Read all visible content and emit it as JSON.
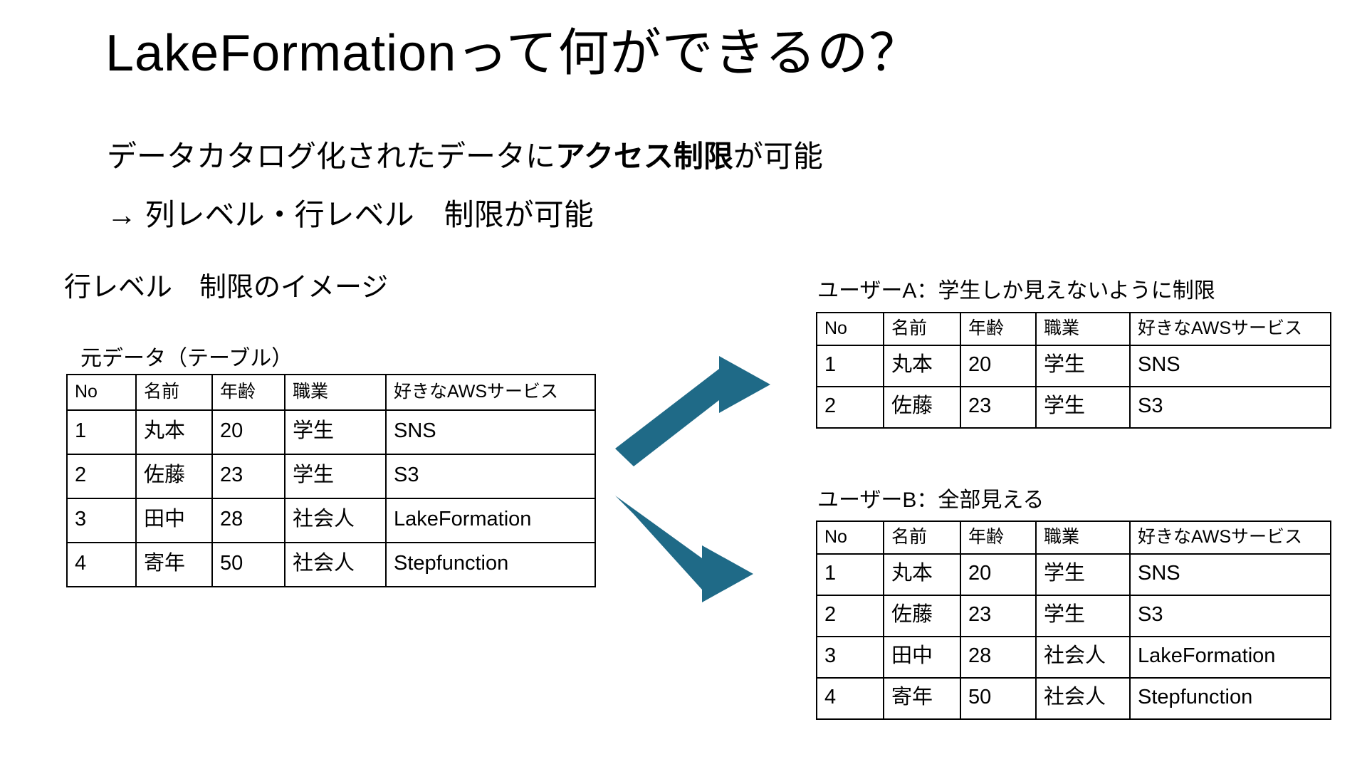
{
  "slide": {
    "title": "LakeFormationって何ができるの？",
    "subtitle_line1_a": "データカタログ化されたデータに",
    "subtitle_line1_b": "アクセス制限",
    "subtitle_line1_c": "が可能",
    "subtitle_line2": "→ 列レベル・行レベル　制限が可能",
    "section_label": "行レベル　制限のイメージ",
    "accent_color": "#1F6A87",
    "text_color": "#000000",
    "background_color": "#FFFFFF"
  },
  "source_table": {
    "caption": "元データ（テーブル）",
    "columns": [
      "No",
      "名前",
      "年齢",
      "職業",
      "好きなAWSサービス"
    ],
    "rows": [
      [
        "1",
        "丸本",
        "20",
        "学生",
        "SNS"
      ],
      [
        "2",
        "佐藤",
        "23",
        "学生",
        "S3"
      ],
      [
        "3",
        "田中",
        "28",
        "社会人",
        "LakeFormation"
      ],
      [
        "4",
        "寄年",
        "50",
        "社会人",
        "Stepfunction"
      ]
    ]
  },
  "user_a": {
    "label": "ユーザーA：学生しか見えないように制限",
    "columns": [
      "No",
      "名前",
      "年齢",
      "職業",
      "好きなAWSサービス"
    ],
    "rows": [
      [
        "1",
        "丸本",
        "20",
        "学生",
        "SNS"
      ],
      [
        "2",
        "佐藤",
        "23",
        "学生",
        "S3"
      ]
    ]
  },
  "user_b": {
    "label": "ユーザーB：全部見える",
    "columns": [
      "No",
      "名前",
      "年齢",
      "職業",
      "好きなAWSサービス"
    ],
    "rows": [
      [
        "1",
        "丸本",
        "20",
        "学生",
        "SNS"
      ],
      [
        "2",
        "佐藤",
        "23",
        "学生",
        "S3"
      ],
      [
        "3",
        "田中",
        "28",
        "社会人",
        "LakeFormation"
      ],
      [
        "4",
        "寄年",
        "50",
        "社会人",
        "Stepfunction"
      ]
    ]
  },
  "arrows": [
    {
      "name": "arrow-to-user-a",
      "direction": "up-right"
    },
    {
      "name": "arrow-to-user-b",
      "direction": "down-right"
    }
  ]
}
